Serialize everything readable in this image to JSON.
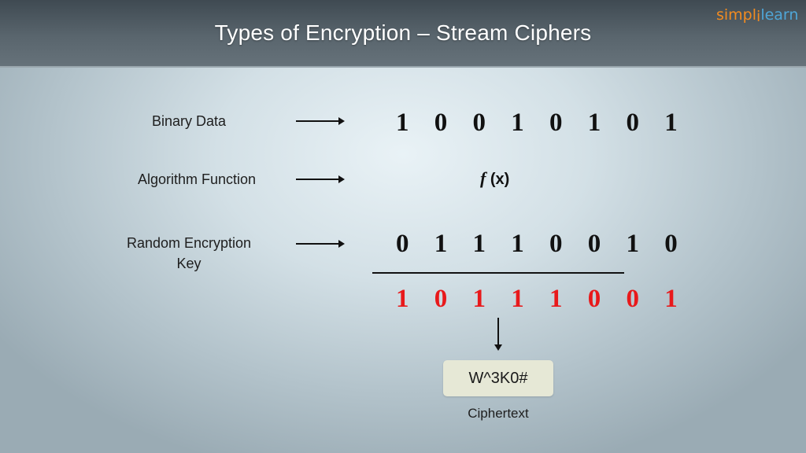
{
  "slide": {
    "title": "Types of Encryption – Stream Ciphers",
    "logo": {
      "part1": "simpl",
      "separator": "i",
      "part2": "learn",
      "colors": {
        "simpl": "#f28b20",
        "learn": "#4fa6d8"
      }
    }
  },
  "rows": {
    "binary_label": "Binary Data",
    "algorithm_label": "Algorithm Function",
    "key_label_line1": "Random Encryption",
    "key_label_line2": "Key"
  },
  "values": {
    "binary_data": "1 0 0 1 0 1 0 1",
    "function_symbol": "f",
    "function_arg": " (x)",
    "encryption_key": "0 1 1 1 0 0 1 0",
    "result_bits": "1 0 1 1 1 0 0 1",
    "result_color": "#e8191b"
  },
  "output": {
    "ciphertext": "W^3K0#",
    "ciphertext_label": "Ciphertext"
  }
}
